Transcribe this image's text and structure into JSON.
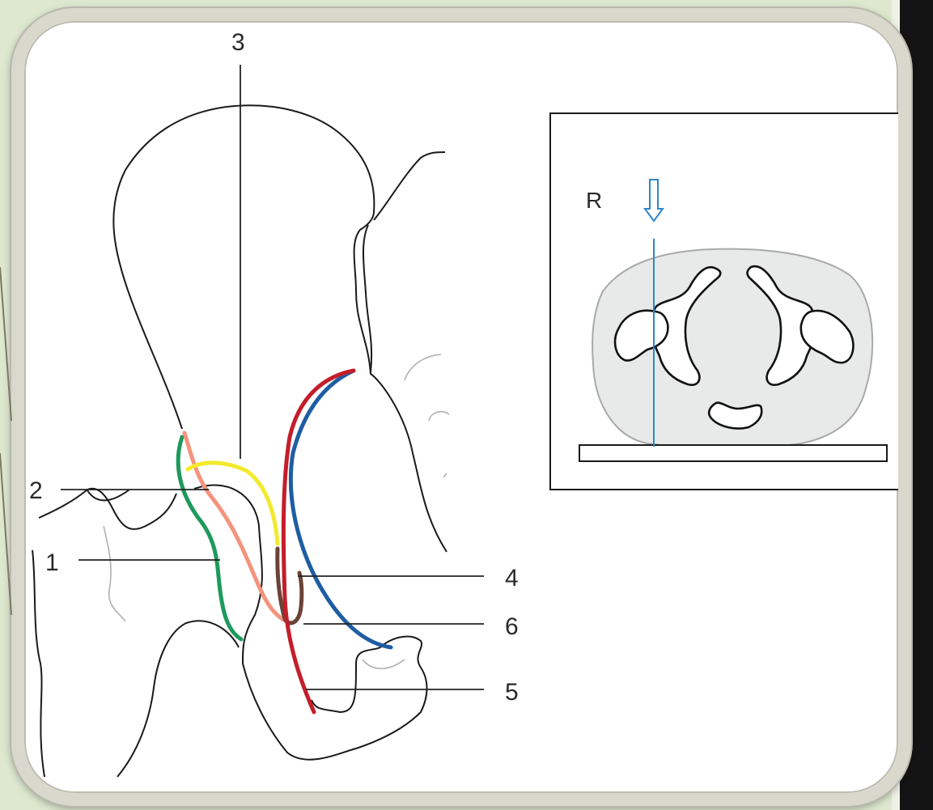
{
  "labels": {
    "l1": "1",
    "l2": "2",
    "l3": "3",
    "l4": "4",
    "l5": "5",
    "l6": "6",
    "side": "R"
  },
  "colors": {
    "green": "#1e9a5c",
    "salmon": "#f4937c",
    "yellow": "#f2ea2c",
    "red": "#c41e2a",
    "blue": "#1f5da3",
    "brown": "#6b4336",
    "beam": "#2e86c9",
    "body_fill": "#e8e9e9",
    "body_outline": "#a9a9a9"
  }
}
